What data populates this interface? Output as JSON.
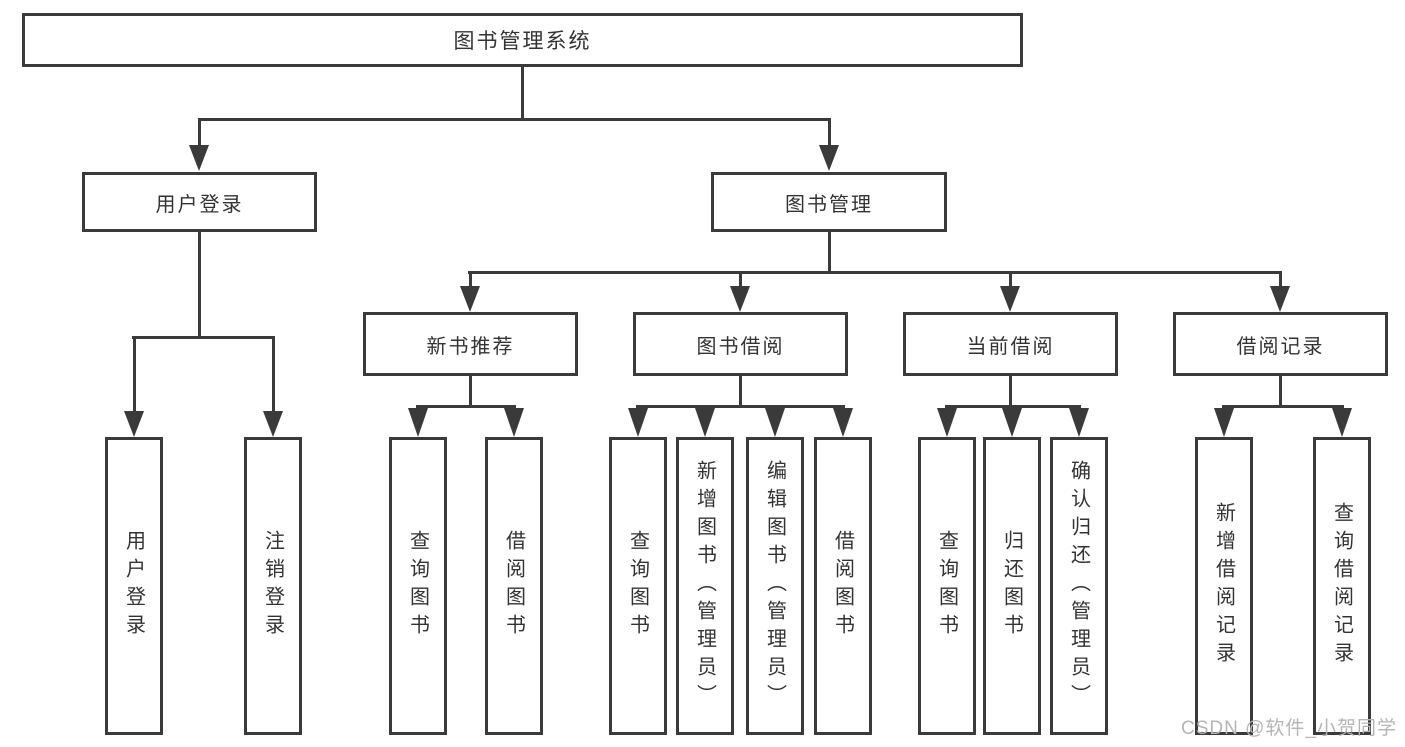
{
  "tree": {
    "root": {
      "label": "图书管理系统"
    },
    "children": [
      {
        "label": "用户登录",
        "children": [
          {
            "label": "用户登录"
          },
          {
            "label": "注销登录"
          }
        ]
      },
      {
        "label": "图书管理",
        "children": [
          {
            "label": "新书推荐",
            "children": [
              {
                "label": "查询图书"
              },
              {
                "label": "借阅图书"
              }
            ]
          },
          {
            "label": "图书借阅",
            "children": [
              {
                "label": "查询图书"
              },
              {
                "label": "新增图书（管理员）"
              },
              {
                "label": "编辑图书（管理员）"
              },
              {
                "label": "借阅图书"
              }
            ]
          },
          {
            "label": "当前借阅",
            "children": [
              {
                "label": "查询图书"
              },
              {
                "label": "归还图书"
              },
              {
                "label": "确认归还（管理员）"
              }
            ]
          },
          {
            "label": "借阅记录",
            "children": [
              {
                "label": "新增借阅记录"
              },
              {
                "label": "查询借阅记录"
              }
            ]
          }
        ]
      }
    ]
  },
  "watermark": "CSDN @软件_小贺同学",
  "colors": {
    "line": "#3a3a3a",
    "text": "#333333",
    "wm": "#b5b5b5",
    "bg": "#ffffff"
  }
}
